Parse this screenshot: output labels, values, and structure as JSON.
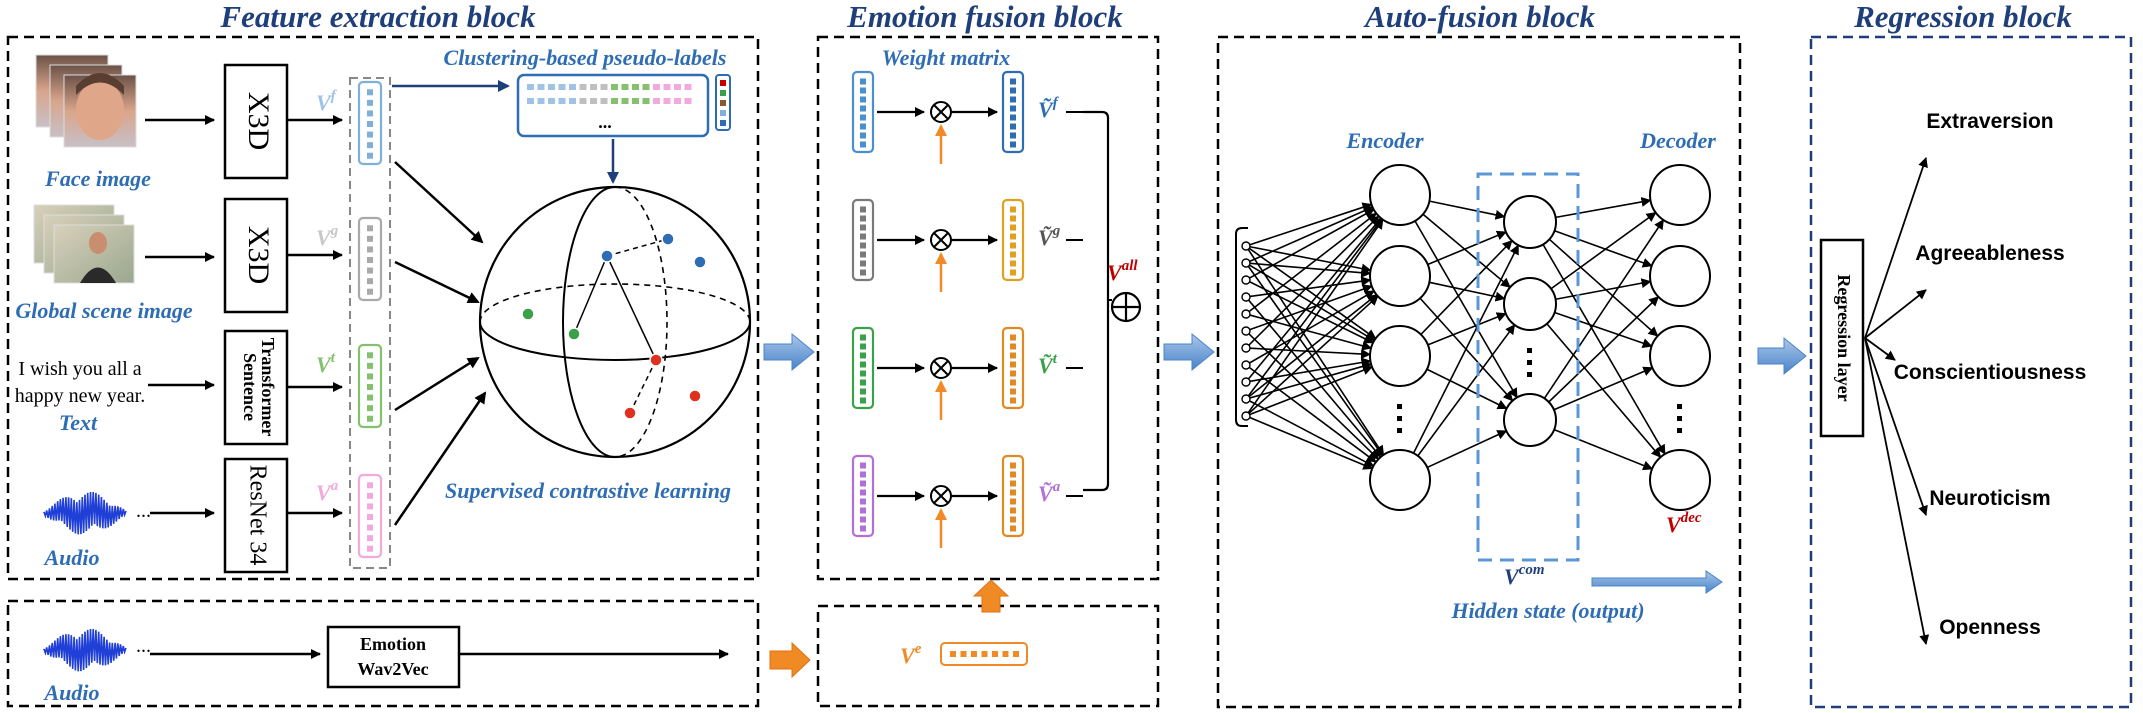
{
  "blocks": {
    "feature": "Feature extraction block",
    "emotion": "Emotion fusion block",
    "auto": "Auto-fusion block",
    "regression": "Regression block"
  },
  "feature": {
    "inputs": {
      "face": "Face image",
      "scene": "Global scene image",
      "text_label": "Text",
      "text_line1": "I wish you all a",
      "text_line2": "happy new year.",
      "audio": "Audio",
      "audio_bottom": "Audio",
      "ellipsis": "..."
    },
    "extractors": {
      "x3d_a": "X3D",
      "x3d_b": "X3D",
      "st_line1": "Sentence",
      "st_line2": "Transformer",
      "resnet": "ResNet 34",
      "emo_line1": "Emotion",
      "emo_line2": "Wav2Vec"
    },
    "vectors": {
      "vf": "V",
      "vf_sup": "f",
      "vg": "V",
      "vg_sup": "g",
      "vt": "V",
      "vt_sup": "t",
      "va": "V",
      "va_sup": "a"
    },
    "clustering": "Clustering-based pseudo-labels",
    "clustering_dots": "...",
    "contrastive": "Supervised contrastive learning"
  },
  "emotion": {
    "weight_matrix": "Weight matrix",
    "outputs": {
      "f": "Ṽ",
      "f_sup": "f",
      "g": "Ṽ",
      "g_sup": "g",
      "t": "Ṽ",
      "t_sup": "t",
      "a": "Ṽ",
      "a_sup": "a"
    },
    "vall": "V",
    "vall_sup": "all",
    "ve": "V",
    "ve_sup": "e",
    "otimes": "⊗",
    "oplus": "⊕"
  },
  "auto": {
    "encoder": "Encoder",
    "decoder": "Decoder",
    "vcom": "V",
    "vcom_sup": "com",
    "vdec": "V",
    "vdec_sup": "dec",
    "hidden": "Hidden state (output)"
  },
  "regression": {
    "layer": "Regression layer",
    "traits": [
      "Extraversion",
      "Agreeableness",
      "Conscientiousness",
      "Neuroticism",
      "Openness"
    ]
  },
  "colors": {
    "title": "#1f3f7a",
    "label_blue": "#2e6db4",
    "face": "#7fb0d9",
    "scene": "#a9a9a9",
    "text": "#3aa04a",
    "audio": "#cf8fe0",
    "emotion": "#f08a24",
    "red": "#c00000"
  }
}
